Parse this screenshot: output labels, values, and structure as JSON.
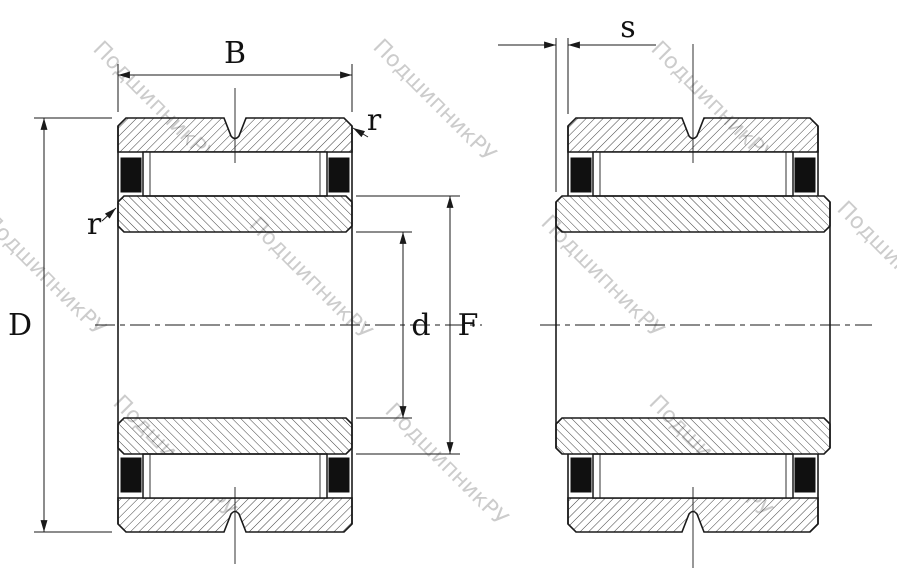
{
  "drawing": {
    "title": "needle-roller-bearing-cross-section-two-views",
    "labels": {
      "B": "B",
      "D": "D",
      "d": "d",
      "F": "F",
      "s": "s",
      "r": "r"
    },
    "watermark": {
      "text": "ПодшипникРУ",
      "color": "#9a9a9a"
    },
    "colors": {
      "line": "#1a1a1a",
      "background": "#ffffff",
      "seal": "#101010"
    }
  }
}
